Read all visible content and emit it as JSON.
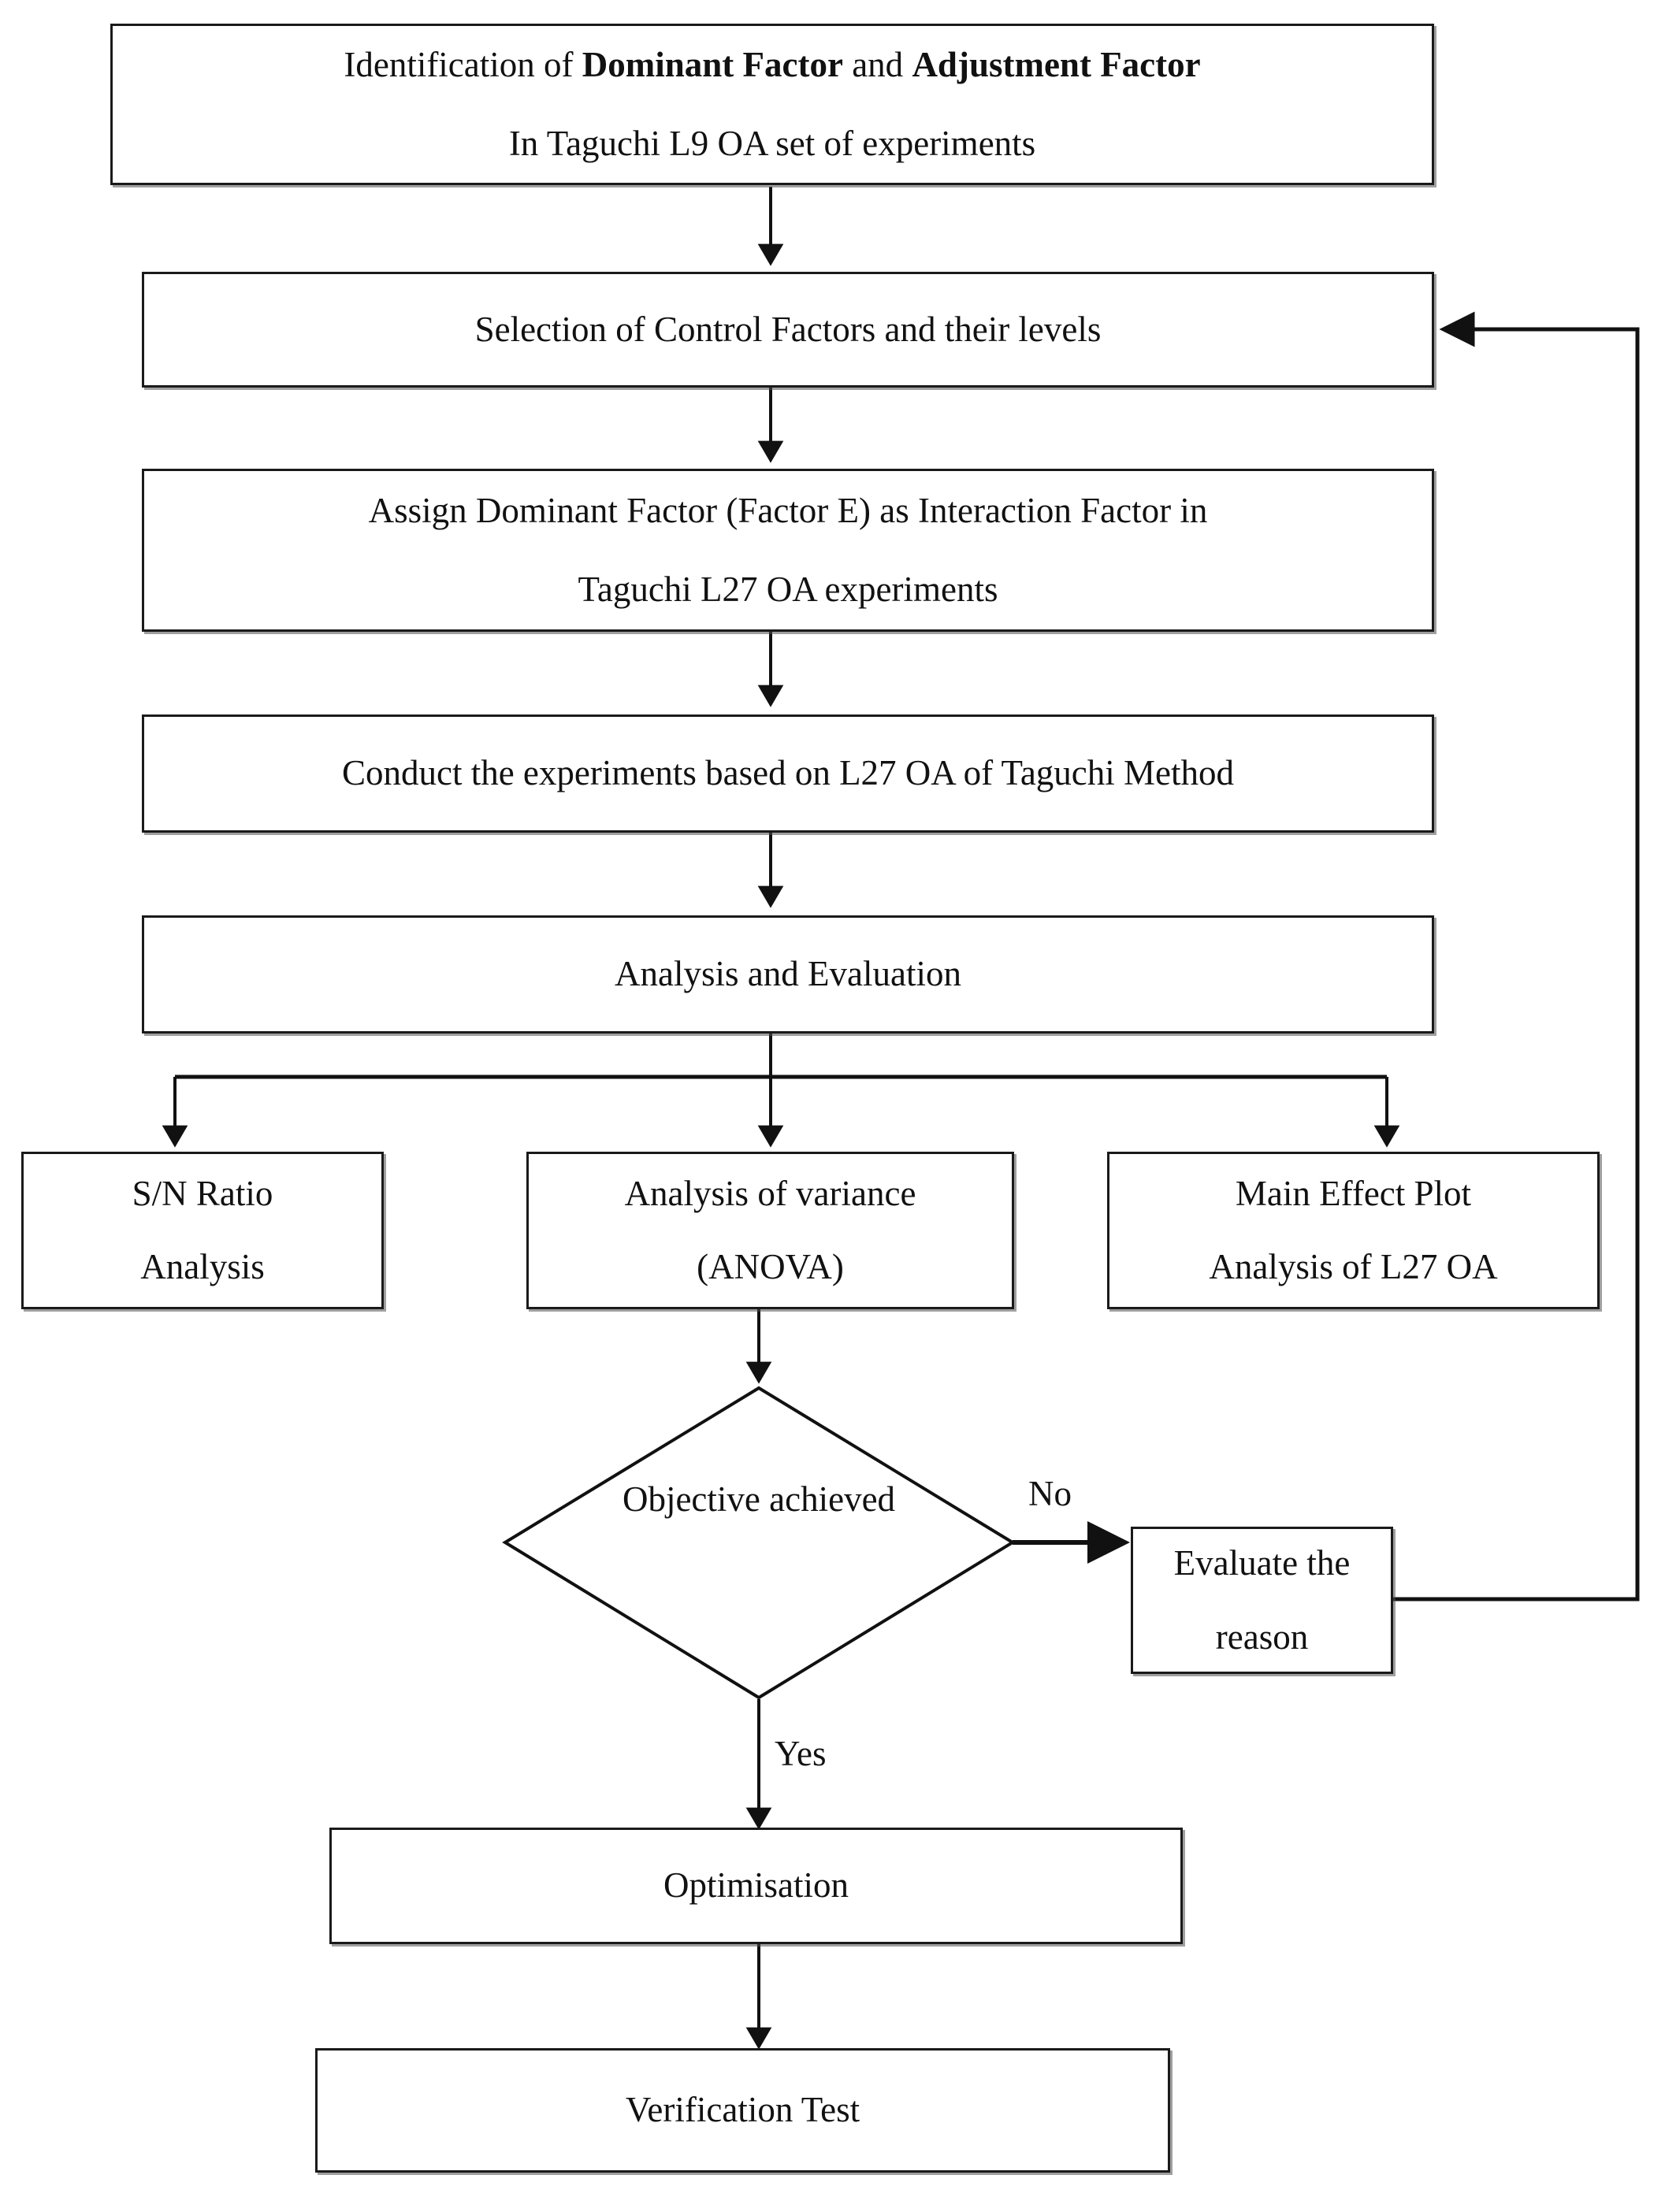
{
  "diagram": {
    "title": "Taguchi Method Optimisation Flowchart",
    "type": "flowchart",
    "background_color": "#ffffff",
    "stroke_color": "#1a1a1a",
    "text_color": "#111111"
  },
  "nodes": {
    "identification": {
      "line1_prefix": "Identification of ",
      "line1_bold1": "Dominant Factor",
      "line1_mid": " and ",
      "line1_bold2": "Adjustment Factor",
      "line2": "In Taguchi L9 OA set of experiments"
    },
    "selection": {
      "line1": "Selection of Control Factors and their levels"
    },
    "assign": {
      "line1": "Assign Dominant Factor (Factor E) as Interaction Factor in",
      "line2": "Taguchi L27 OA experiments"
    },
    "conduct": {
      "line1": "Conduct the experiments based on L27 OA of Taguchi Method"
    },
    "analysis": {
      "line1": "Analysis and Evaluation"
    },
    "sn_ratio": {
      "line1": "S/N Ratio",
      "line2": "Analysis"
    },
    "anova": {
      "line1": "Analysis of variance",
      "line2": "(ANOVA)"
    },
    "main_effect": {
      "line1_word1": "Main",
      "line1_word2": "Effect",
      "line1_word3": "Plot",
      "line2": "Analysis of L27 OA"
    },
    "decision": {
      "line1": "Objective",
      "line2": "achieved"
    },
    "evaluate": {
      "line1": "Evaluate the",
      "line2": "reason"
    },
    "optimisation": {
      "line1": "Optimisation"
    },
    "verification": {
      "line1": "Verification Test"
    }
  },
  "edge_labels": {
    "no": "No",
    "yes": "Yes"
  }
}
